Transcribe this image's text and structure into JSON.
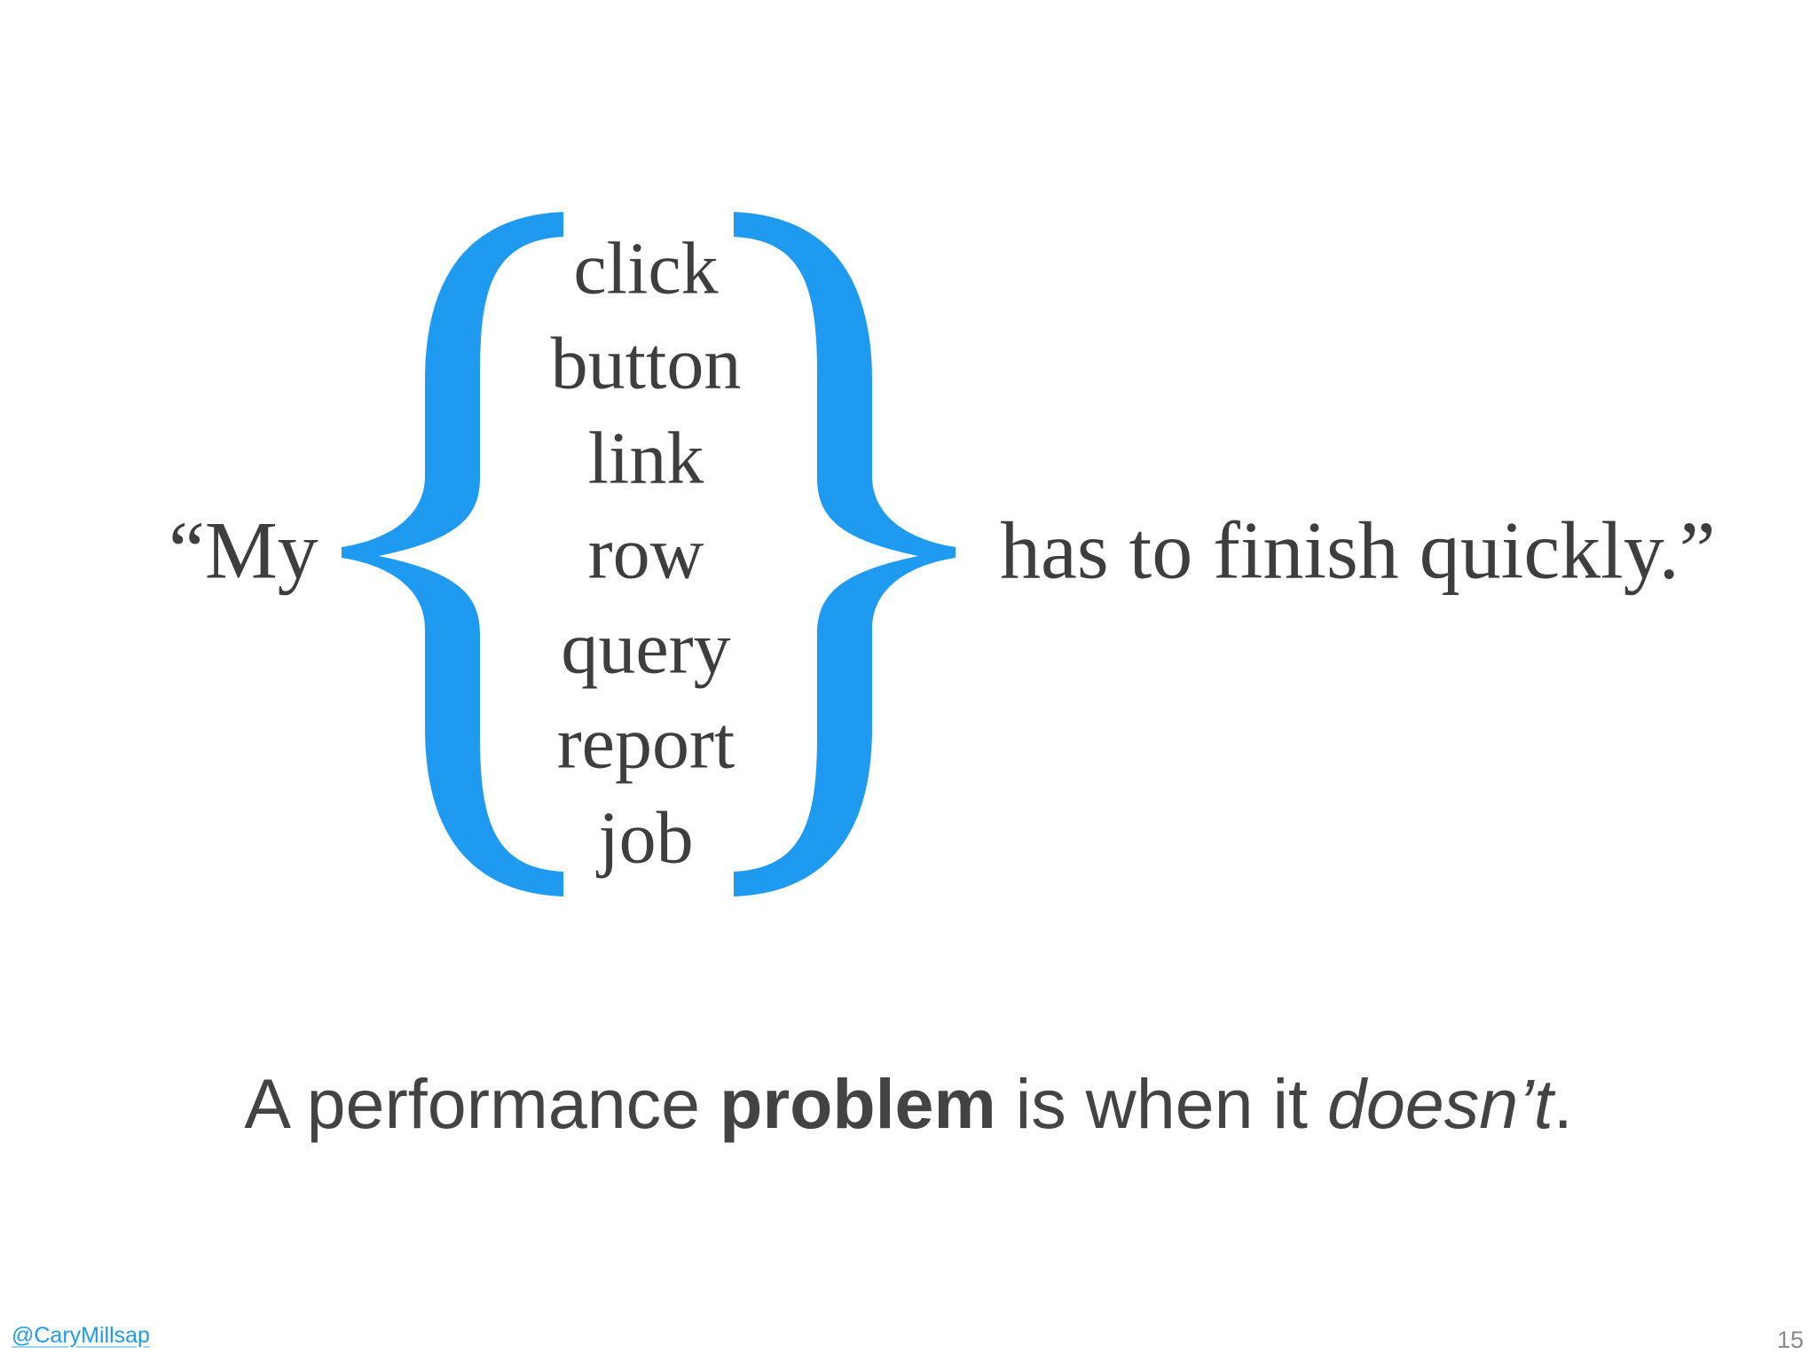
{
  "slide": {
    "quote": {
      "prefix": "“My",
      "suffix": "has to finish quickly.”"
    },
    "brace_items": [
      "click",
      "button",
      "link",
      "row",
      "query",
      "report",
      "job"
    ],
    "caption": {
      "prefix": "A performance ",
      "bold": "problem",
      "middle": " is when it ",
      "italic": "doesn’t",
      "end": "."
    },
    "footer": {
      "twitter_handle": "@CaryMillsap",
      "page_number": "15"
    },
    "colors": {
      "brace_blue": "#1E9BF0",
      "quote_text": "#3E3E3E",
      "caption_text": "#434343",
      "link_blue": "#1E9BF0",
      "page_number_gray": "#8A8A8A"
    }
  }
}
